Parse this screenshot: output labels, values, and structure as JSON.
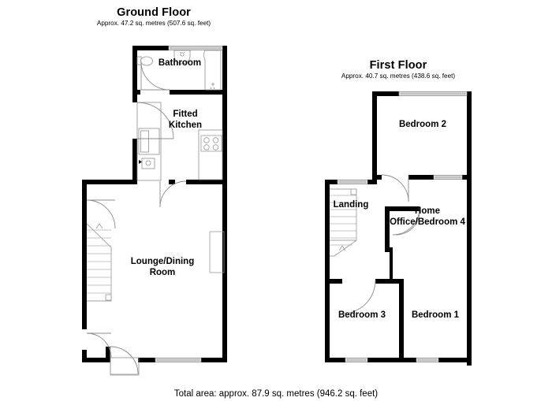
{
  "document": {
    "type": "floor-plan",
    "total_area_text": "Total area: approx. 87.9 sq. metres (946.2 sq. feet)"
  },
  "ground_floor": {
    "title": "Ground Floor",
    "subtitle": "Approx. 47.2 sq. metres (507.6 sq. feet)",
    "rooms": [
      {
        "label": "Bathroom",
        "name": "room-bathroom"
      },
      {
        "label": "Fitted\nKitchen",
        "name": "room-fitted-kitchen"
      },
      {
        "label": "Lounge/Dining\nRoom",
        "name": "room-lounge-dining"
      }
    ]
  },
  "first_floor": {
    "title": "First Floor",
    "subtitle": "Approx. 40.7 sq. metres (438.6 sq. feet)",
    "rooms": [
      {
        "label": "Bedroom 2",
        "name": "room-bedroom-2"
      },
      {
        "label": "Landing",
        "name": "room-landing"
      },
      {
        "label": "Home\nOffice/Bedroom 4",
        "name": "room-home-office-bedroom-4"
      },
      {
        "label": "Bedroom 3",
        "name": "room-bedroom-3"
      },
      {
        "label": "Bedroom 1",
        "name": "room-bedroom-1"
      }
    ]
  },
  "style": {
    "wall_color": "#000000",
    "fixture_stroke": "#909090",
    "window_fill": "#e4e4e4",
    "background": "#ffffff",
    "text_color": "#000000"
  }
}
